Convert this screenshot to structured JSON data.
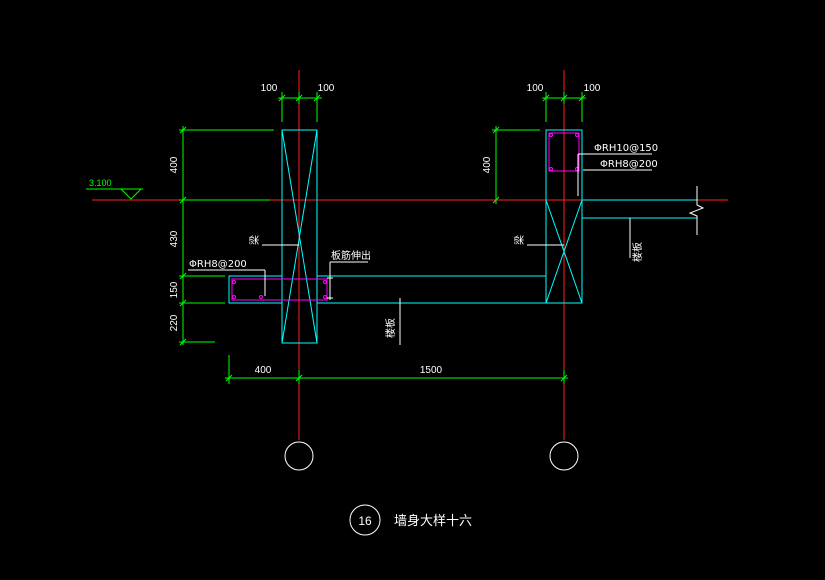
{
  "colors": {
    "background": "#000000",
    "axis": "#ff2020",
    "structure": "#00ffff",
    "dimension": "#00ff00",
    "rebar": "#ff00ff",
    "text": "#ffffff"
  },
  "level": {
    "elevation": "3.100"
  },
  "dimensions": {
    "left_col_top_left": "100",
    "left_col_top_right": "100",
    "right_col_top_left": "100",
    "right_col_top_right": "100",
    "left_vertical_1": "400",
    "left_vertical_2": "430",
    "left_vertical_3": "150",
    "left_vertical_4": "220",
    "right_vertical_1": "400",
    "bottom_1": "400",
    "bottom_2": "1500"
  },
  "annotations": {
    "left_rebar": "ΦRH8@200",
    "right_rebar_1": "ΦRH10@150",
    "right_rebar_2": "ΦRH8@200",
    "left_beam": "梁",
    "right_beam": "梁",
    "slab_extend": "板筋伸出",
    "slab_bottom": "楼板",
    "slab_right": "楼板"
  },
  "title": {
    "number": "16",
    "text": "墙身大样十六"
  }
}
